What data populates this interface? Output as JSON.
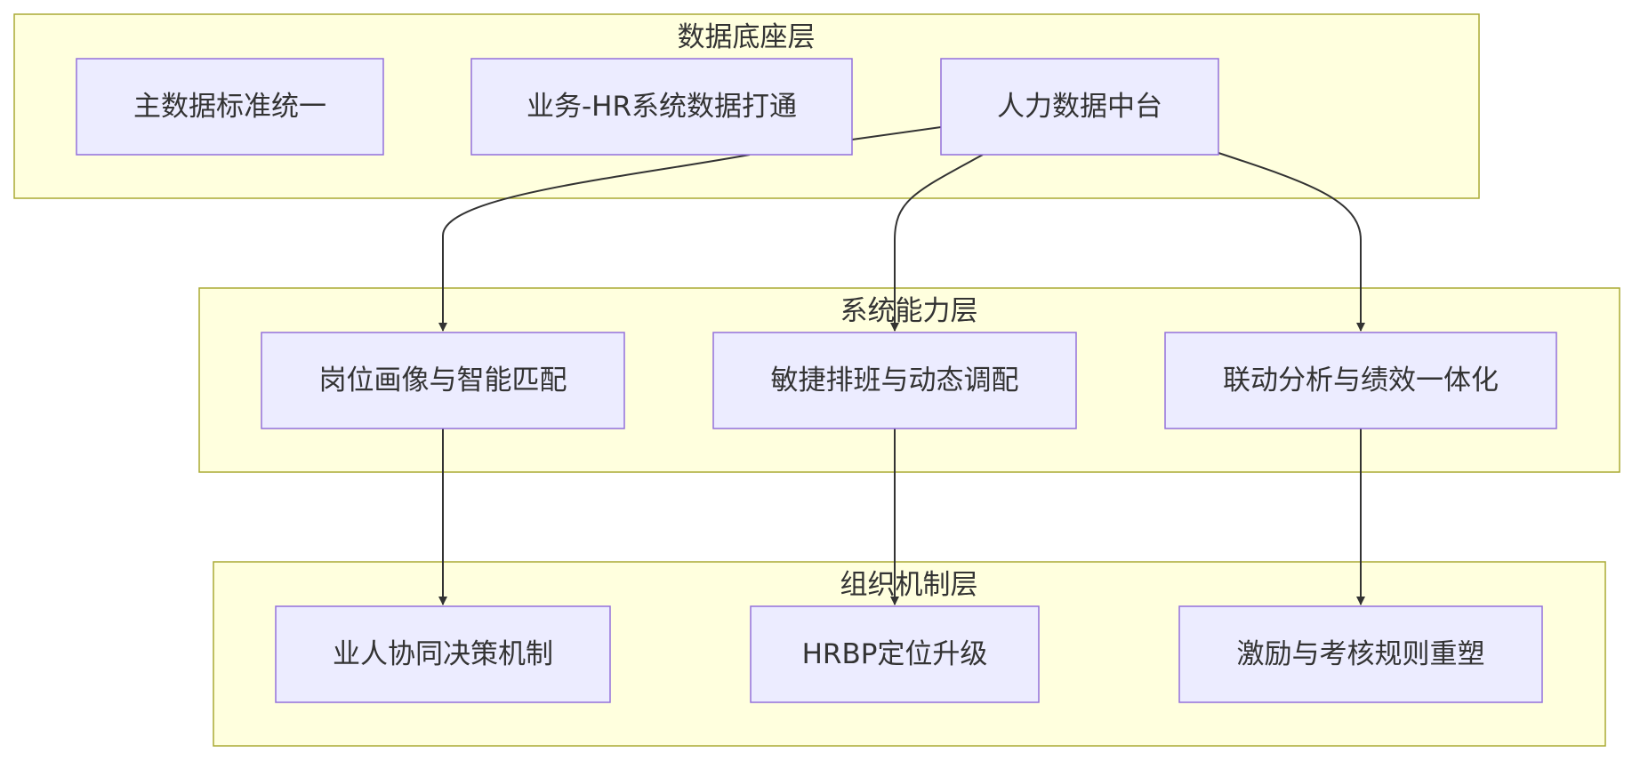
{
  "layers": {
    "data": {
      "title": "数据底座层",
      "nodes": {
        "master_data": "主数据标准统一",
        "biz_hr": "业务-HR系统数据打通",
        "hr_platform": "人力数据中台"
      }
    },
    "system": {
      "title": "系统能力层",
      "nodes": {
        "job_profile": "岗位画像与智能匹配",
        "agile_schedule": "敏捷排班与动态调配",
        "linked_analysis": "联动分析与绩效一体化"
      }
    },
    "org": {
      "title": "组织机制层",
      "nodes": {
        "collab_decision": "业人协同决策机制",
        "hrbp": "HRBP定位升级",
        "incentive": "激励与考核规则重塑"
      }
    }
  },
  "colors": {
    "cluster_fill": "#ffffde",
    "cluster_stroke": "#aaaa33",
    "node_fill": "#ececff",
    "node_stroke": "#9370db",
    "edge": "#333333",
    "text": "#333333"
  }
}
